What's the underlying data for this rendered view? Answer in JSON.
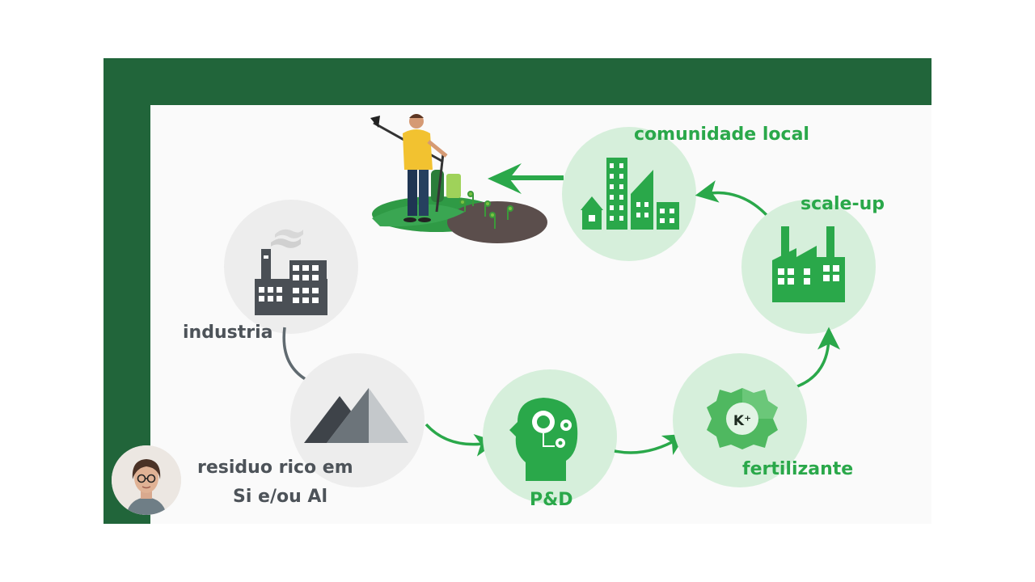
{
  "diagram": {
    "nodes": [
      {
        "id": "comunidade",
        "label": "comunidade local",
        "icon": "city-buildings-icon"
      },
      {
        "id": "scaleup",
        "label": "scale-up",
        "icon": "green-factory-icon"
      },
      {
        "id": "industria",
        "label": "industria",
        "icon": "gray-factory-icon"
      },
      {
        "id": "residuo",
        "label_line1": "residuo rico em",
        "label_line2": "Si e/ou Al",
        "icon": "mountains-icon"
      },
      {
        "id": "pd",
        "label": "P&D",
        "icon": "brain-gears-icon"
      },
      {
        "id": "fertilizante",
        "label": "fertilizante",
        "icon": "gear-k-icon",
        "badge": "K⁺"
      }
    ],
    "farmer_icon": "farmer-planting-icon"
  },
  "colors": {
    "frame": "#21653a",
    "accent": "#2aa84a",
    "node_green_bg": "#d6efdb",
    "node_gray_bg": "#ededed",
    "gray_text": "#4d5359"
  }
}
